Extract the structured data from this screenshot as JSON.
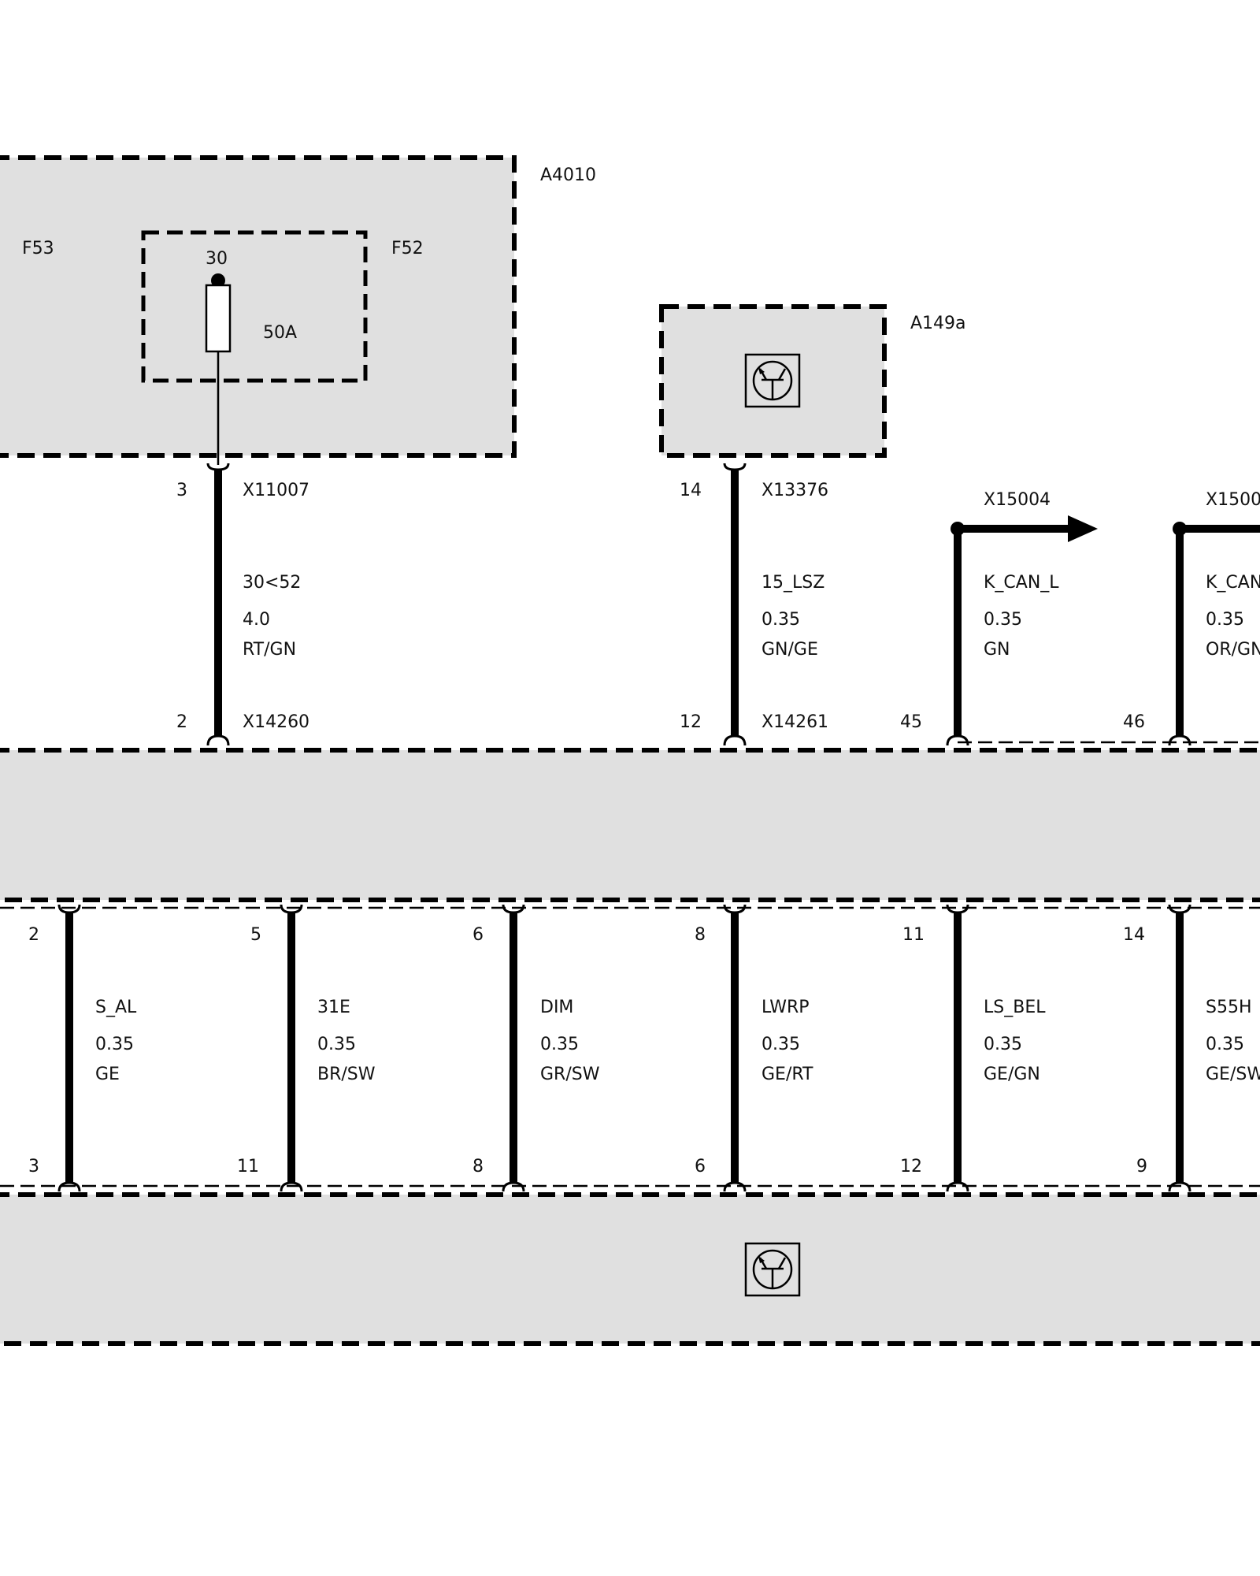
{
  "components": {
    "a4010": {
      "label": "A4010"
    },
    "f53": {
      "label": "F53"
    },
    "f52": {
      "label": "F52"
    },
    "fuse": {
      "pin": "30",
      "rating": "50A"
    },
    "a149a": {
      "label": "A149a"
    }
  },
  "top_wires": [
    {
      "id": "x11007",
      "pin_top": "3",
      "conn_top": "X11007",
      "signal": "30<52",
      "gauge": "4.0",
      "color": "RT/GN",
      "pin_bottom": "2",
      "conn_bottom": "X14260"
    },
    {
      "id": "x13376",
      "pin_top": "14",
      "conn_top": "X13376",
      "signal": "15_LSZ",
      "gauge": "0.35",
      "color": "GN/GE",
      "pin_bottom": "12",
      "conn_bottom": "X14261"
    },
    {
      "id": "x15004",
      "conn_top": "X15004",
      "signal": "K_CAN_L",
      "gauge": "0.35",
      "color": "GN",
      "pin_bottom": "45"
    },
    {
      "id": "x1500b",
      "conn_top": "X1500",
      "signal": "K_CAN",
      "gauge": "0.35",
      "color": "OR/GN",
      "pin_bottom": "46"
    }
  ],
  "bottom_wires": [
    {
      "pin_top": "2",
      "signal": "S_AL",
      "gauge": "0.35",
      "color": "GE",
      "pin_bottom": "3"
    },
    {
      "pin_top": "5",
      "signal": "31E",
      "gauge": "0.35",
      "color": "BR/SW",
      "pin_bottom": "11"
    },
    {
      "pin_top": "6",
      "signal": "DIM",
      "gauge": "0.35",
      "color": "GR/SW",
      "pin_bottom": "8"
    },
    {
      "pin_top": "8",
      "signal": "LWRP",
      "gauge": "0.35",
      "color": "GE/RT",
      "pin_bottom": "6"
    },
    {
      "pin_top": "11",
      "signal": "LS_BEL",
      "gauge": "0.35",
      "color": "GE/GN",
      "pin_bottom": "12"
    },
    {
      "pin_top": "14",
      "signal": "S55H",
      "gauge": "0.35",
      "color": "GE/SW",
      "pin_bottom": "9"
    }
  ]
}
